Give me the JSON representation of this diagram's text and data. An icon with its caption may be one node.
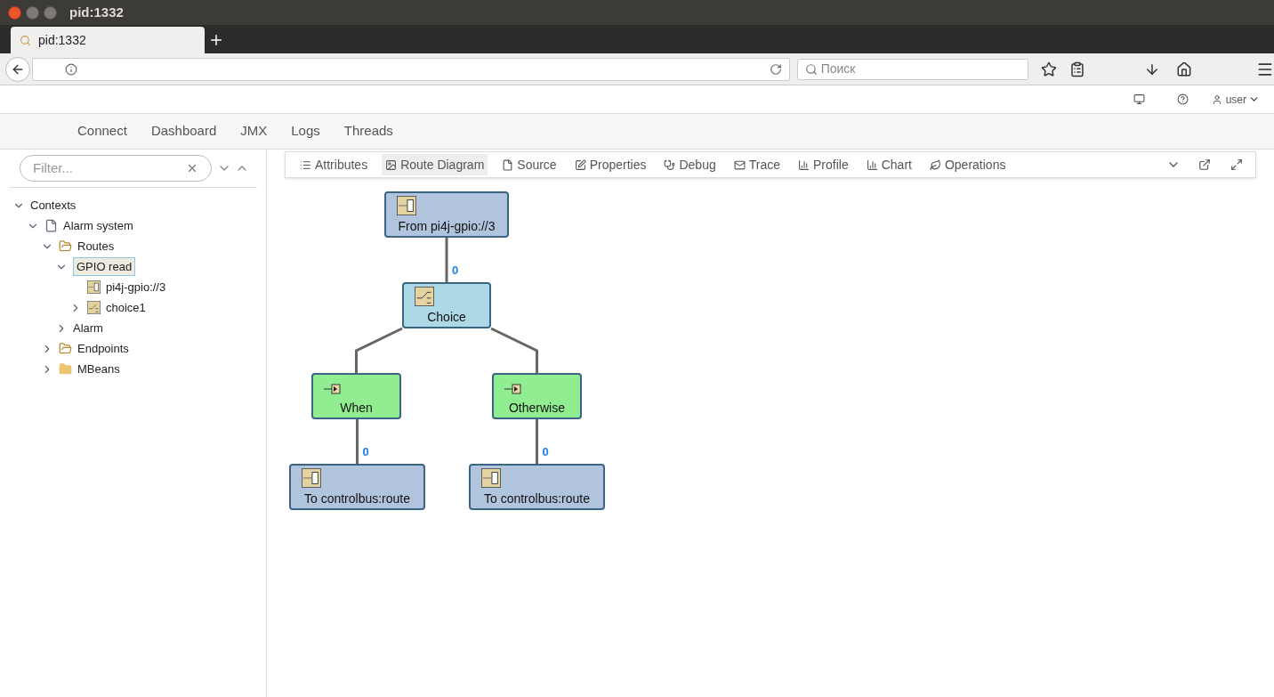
{
  "diagram": {
    "nodes": [
      {
        "text": [
          "From pi4j-gpio://3"
        ]
      },
      {
        "text": [
          "Choice"
        ]
      },
      {
        "text": [
          "When"
        ]
      },
      {
        "text": [
          "Otherwise"
        ]
      },
      {
        "text": [
          "To controlbus:route"
        ]
      },
      {
        "text": [
          "To controlbus:route"
        ]
      }
    ],
    "edges": [
      {
        "from": 0,
        "to": 1,
        "arrow": "none",
        "label": "0"
      },
      {
        "from": 1,
        "to": 2,
        "arrow": "none"
      },
      {
        "from": 1,
        "to": 3,
        "arrow": "none"
      },
      {
        "from": 2,
        "to": 4,
        "arrow": "none",
        "label": "0"
      },
      {
        "from": 3,
        "to": 5,
        "arrow": "none",
        "label": "0"
      }
    ],
    "labels": [
      "pid:1332",
      "pid:1332",
      "Поиск",
      "user",
      "Connect",
      "Dashboard",
      "JMX",
      "Logs",
      "Threads",
      "Filter...",
      "Contexts",
      "Alarm system",
      "Routes",
      "GPIO read",
      "pi4j-gpio://3",
      "choice1",
      "Alarm",
      "Endpoints",
      "MBeans",
      "Attributes",
      "Route Diagram",
      "Source",
      "Properties",
      "Debug",
      "Trace",
      "Profile",
      "Chart",
      "Operations"
    ]
  }
}
